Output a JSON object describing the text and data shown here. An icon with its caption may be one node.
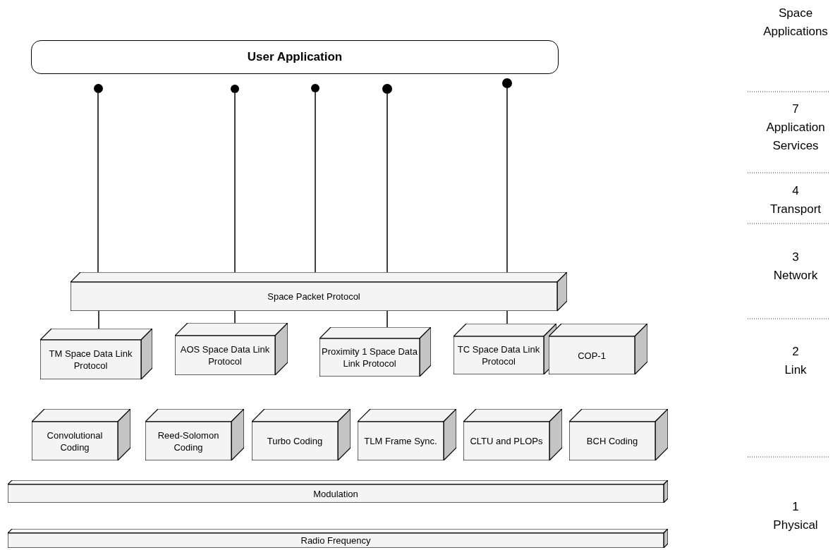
{
  "diagram": {
    "nodes": [
      {
        "text": [
          "User Application"
        ]
      },
      {
        "text": [],
        "shape": "circle"
      },
      {
        "text": [],
        "shape": "circle"
      },
      {
        "text": [],
        "shape": "circle"
      },
      {
        "text": [],
        "shape": "circle"
      },
      {
        "text": [],
        "shape": "circle"
      },
      {
        "text": [
          "Space Packet Protocol"
        ]
      },
      {
        "text": [
          "TM Space Data Link Protocol"
        ]
      },
      {
        "text": [
          "AOS Space Data Link Protocol"
        ]
      },
      {
        "text": [
          "Proximity 1 Space Data Link Protocol"
        ]
      },
      {
        "text": [
          "TC Space Data Link Protocol"
        ]
      },
      {
        "text": [
          "COP-1"
        ]
      },
      {
        "text": [
          "Convolutional Coding"
        ]
      },
      {
        "text": [
          "Reed-Solomon Coding"
        ]
      },
      {
        "text": [
          "Turbo Coding"
        ]
      },
      {
        "text": [
          "TLM Frame Sync."
        ]
      },
      {
        "text": [
          "CLTU and PLOPs"
        ]
      },
      {
        "text": [
          "BCH Coding"
        ]
      },
      {
        "text": [
          "Modulation"
        ]
      },
      {
        "text": [
          "Radio Frequency"
        ]
      }
    ],
    "edges": [
      {
        "from": 6,
        "to": 1,
        "arrow": "none"
      },
      {
        "from": 6,
        "to": 2,
        "arrow": "none"
      },
      {
        "from": 6,
        "to": 3,
        "arrow": "none"
      },
      {
        "from": 6,
        "to": 4,
        "arrow": "none"
      },
      {
        "from": 6,
        "to": 5,
        "arrow": "none"
      },
      {
        "from": 6,
        "to": 7,
        "arrow": "none"
      },
      {
        "from": 6,
        "to": 8,
        "arrow": "none"
      },
      {
        "from": 6,
        "to": 9,
        "arrow": "none"
      },
      {
        "from": 6,
        "to": 10,
        "arrow": "none"
      }
    ],
    "labels": [
      "Space Applications",
      "7 Application Services",
      "4 Transport",
      "3 Network",
      "2 Link",
      "1 Physical"
    ]
  }
}
